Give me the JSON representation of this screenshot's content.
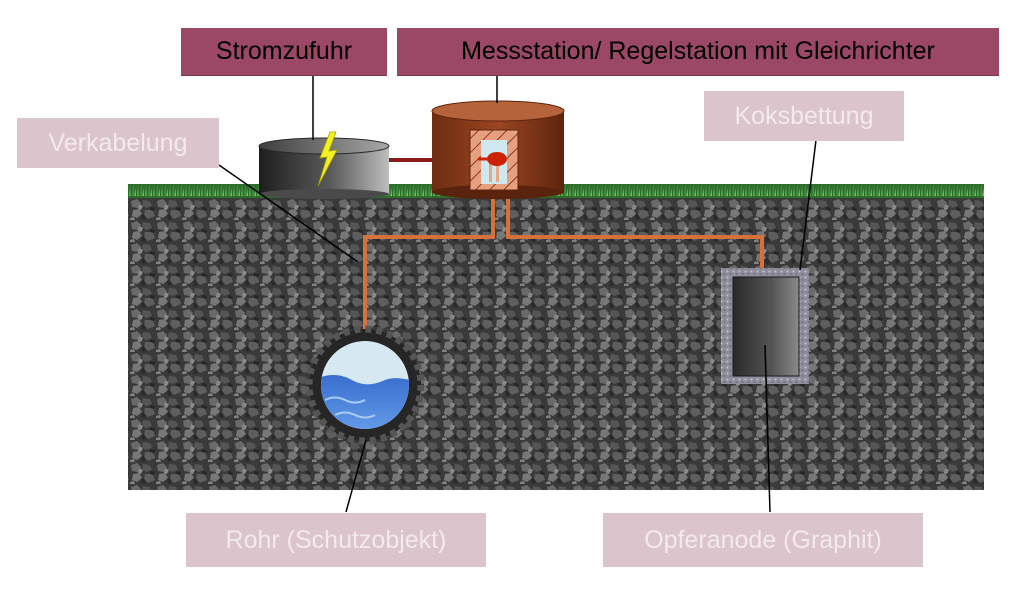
{
  "labels": {
    "power_supply": "Stromzufuhr",
    "station": "Messstation/ Regelstation mit Gleichrichter",
    "cabling": "Verkabelung",
    "coke_bed": "Koksbettung",
    "pipe": "Rohr (Schutzobjekt)",
    "anode": "Opferanode (Graphit)"
  },
  "colors": {
    "label_dark": "#9a4866",
    "label_light": "#dcc4cc",
    "soil": "#3c3c3c",
    "grass": "#2f7a2a",
    "cable": "#d8703a",
    "station_body": "#8a3a18",
    "water": "#4f86d9"
  },
  "icons": [
    "lightning-icon",
    "rectifier-icon"
  ]
}
